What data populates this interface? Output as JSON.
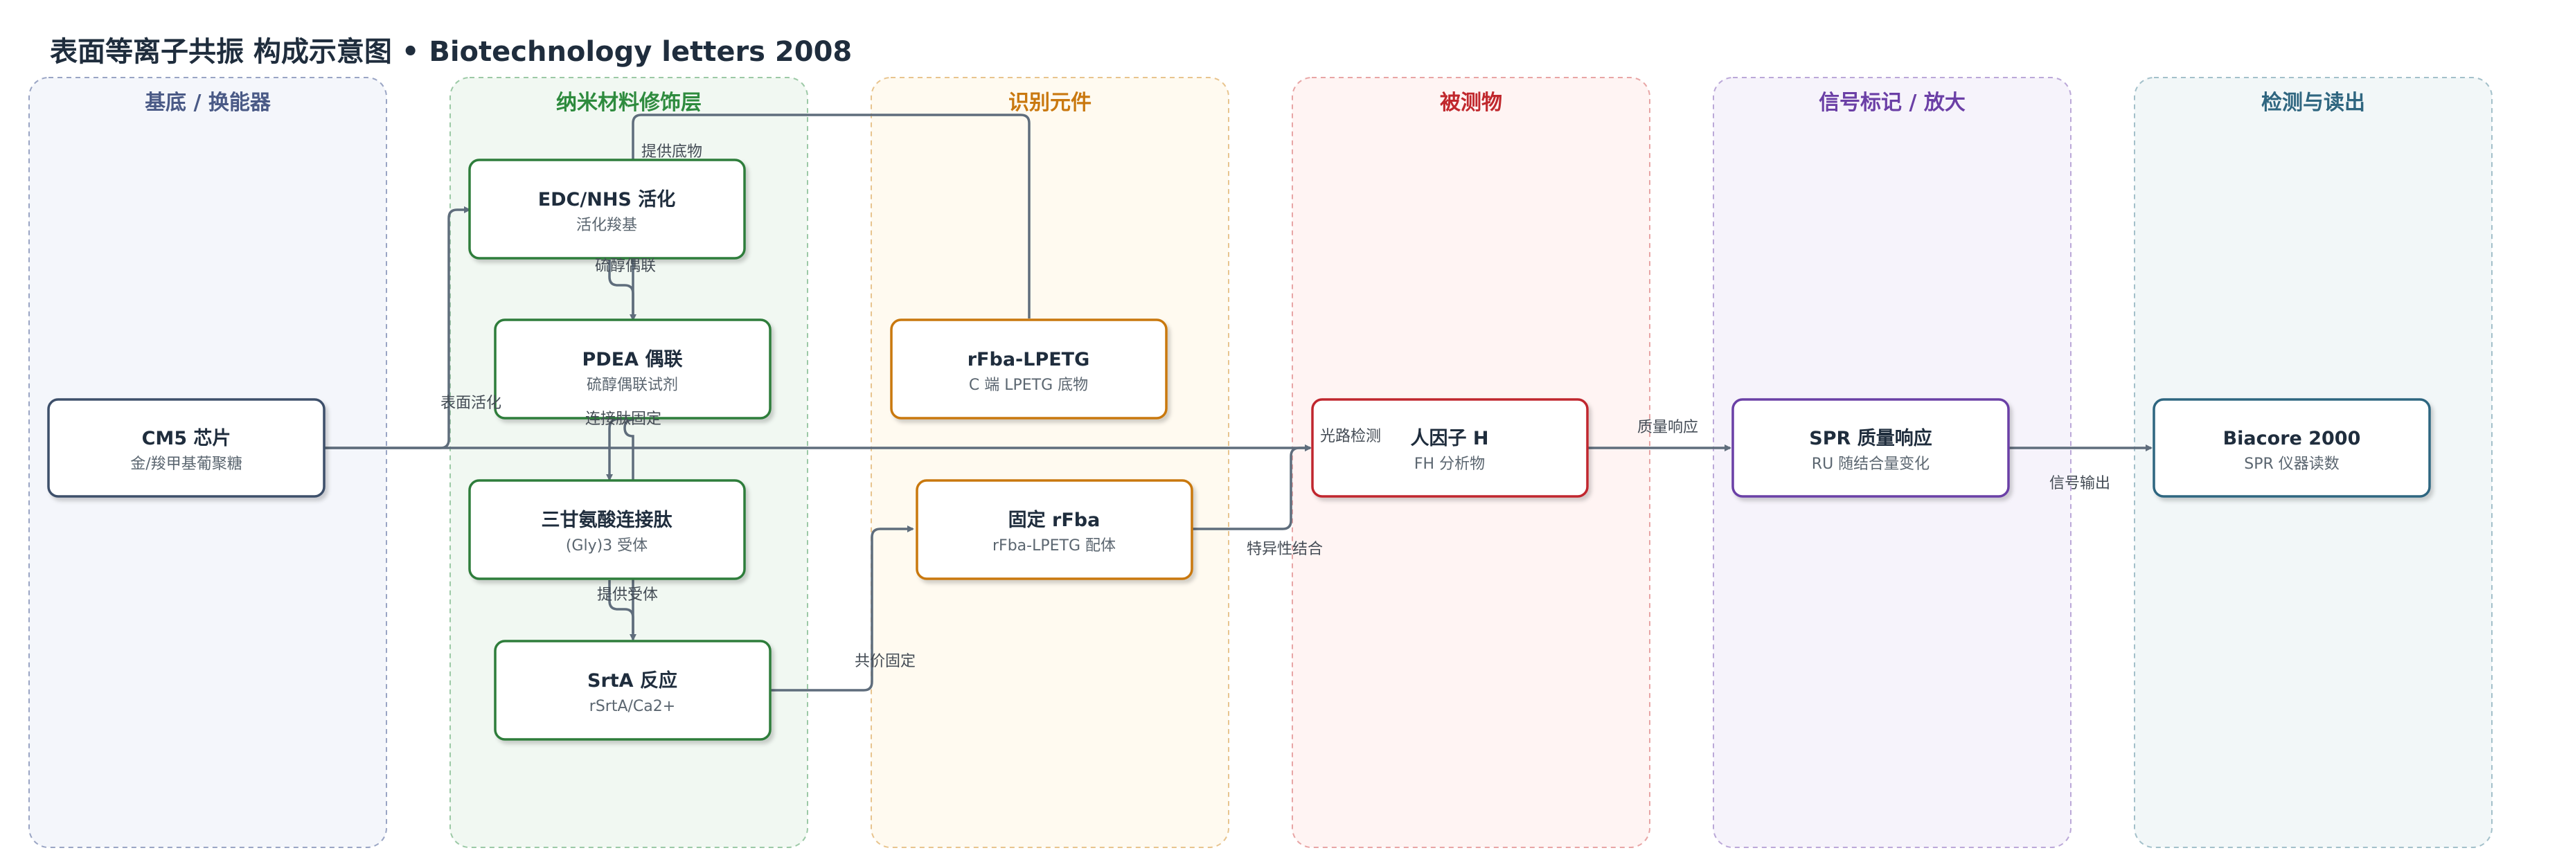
{
  "header": {
    "title": "表面等离子共振 构成示意图 • Biotechnology letters 2008"
  },
  "lanes": [
    {
      "id": "substrate",
      "title": "基底 / 换能器",
      "color": "#4a5a86",
      "fill": "#f4f6fb",
      "border": "#9aa5c4"
    },
    {
      "id": "nano",
      "title": "纳米材料修饰层",
      "color": "#2e8b3e",
      "fill": "#f1f8f2",
      "border": "#9cc9a6"
    },
    {
      "id": "recog",
      "title": "识别元件",
      "color": "#c9780f",
      "fill": "#fffaf0",
      "border": "#e8c48e"
    },
    {
      "id": "analyte",
      "title": "被测物",
      "color": "#c0282d",
      "fill": "#fff4f3",
      "border": "#e8a5a5"
    },
    {
      "id": "signal",
      "title": "信号标记 / 放大",
      "color": "#6b3fa6",
      "fill": "#f6f3fb",
      "border": "#bba8d8"
    },
    {
      "id": "detect",
      "title": "检测与读出",
      "color": "#2f6680",
      "fill": "#f2f7f8",
      "border": "#a3c0ca"
    }
  ],
  "nodes": [
    {
      "id": "cm5",
      "title": "CM5 芯片",
      "subtitle": "金/羧甲基葡聚糖",
      "color": "#3c4f6b"
    },
    {
      "id": "edc",
      "title": "EDC/NHS 活化",
      "subtitle": "活化羧基",
      "color": "#2e7d3a"
    },
    {
      "id": "pdea",
      "title": "PDEA 偶联",
      "subtitle": "硫醇偶联试剂",
      "color": "#2e7d3a"
    },
    {
      "id": "gly",
      "title": "三甘氨酸连接肽",
      "subtitle": "(Gly)3 受体",
      "color": "#2e7d3a"
    },
    {
      "id": "srta",
      "title": "SrtA 反应",
      "subtitle": "rSrtA/Ca2+",
      "color": "#2e7d3a"
    },
    {
      "id": "rfba_lpetg",
      "title": "rFba-LPETG",
      "subtitle": "C 端 LPETG 底物",
      "color": "#c9780f"
    },
    {
      "id": "fixed_rfba",
      "title": "固定 rFba",
      "subtitle": "rFba-LPETG 配体",
      "color": "#c9780f"
    },
    {
      "id": "fh",
      "title": "人因子 H",
      "subtitle": "FH 分析物",
      "color": "#c0282d"
    },
    {
      "id": "spr",
      "title": "SPR 质量响应",
      "subtitle": "RU 随结合量变化",
      "color": "#6b3fa6"
    },
    {
      "id": "biacore",
      "title": "Biacore 2000",
      "subtitle": "SPR 仪器读数",
      "color": "#2f6680"
    }
  ],
  "edges": [
    {
      "id": "e1",
      "label": "表面活化"
    },
    {
      "id": "e2",
      "label": "硫醇偶联"
    },
    {
      "id": "e3",
      "label": "连接肽固定"
    },
    {
      "id": "e4",
      "label": "提供受体"
    },
    {
      "id": "e5",
      "label": "提供底物"
    },
    {
      "id": "e6",
      "label": "共价固定"
    },
    {
      "id": "e7",
      "label": "特异性结合"
    },
    {
      "id": "e8",
      "label": "光路检测"
    },
    {
      "id": "e9",
      "label": "质量响应"
    },
    {
      "id": "e10",
      "label": "信号输出"
    }
  ]
}
